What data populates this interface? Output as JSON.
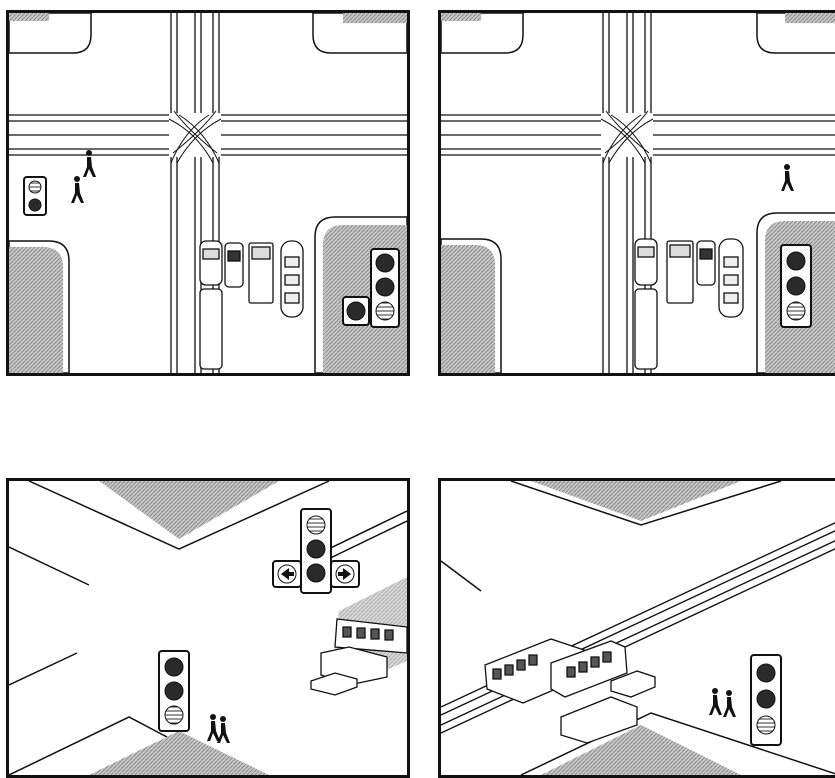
{
  "panels": [
    {
      "id": "top-left",
      "view": "plan",
      "vehicle_signal": [
        "red",
        "red",
        "green"
      ],
      "arrow_signal": "red",
      "pedestrian_signal": [
        "red",
        "red"
      ],
      "pedestrians": 2
    },
    {
      "id": "top-right",
      "view": "plan",
      "vehicle_signal": [
        "red",
        "red",
        "green"
      ],
      "pedestrians": 1
    },
    {
      "id": "bottom-left",
      "view": "isometric",
      "overhead_signal": [
        "red",
        "red",
        "red"
      ],
      "arrow_signals": [
        "left",
        "right"
      ],
      "vehicle_signal": [
        "red",
        "red",
        "green"
      ],
      "pedestrians": 2
    },
    {
      "id": "bottom-right",
      "view": "isometric",
      "vehicle_signal": [
        "red",
        "red",
        "green"
      ],
      "trams": 2,
      "pedestrians": 2
    }
  ],
  "colors": {
    "line": "#111111",
    "hatch": "#9a9a9a",
    "lamp_dark": "#2a2a2a",
    "paper": "#ffffff"
  }
}
